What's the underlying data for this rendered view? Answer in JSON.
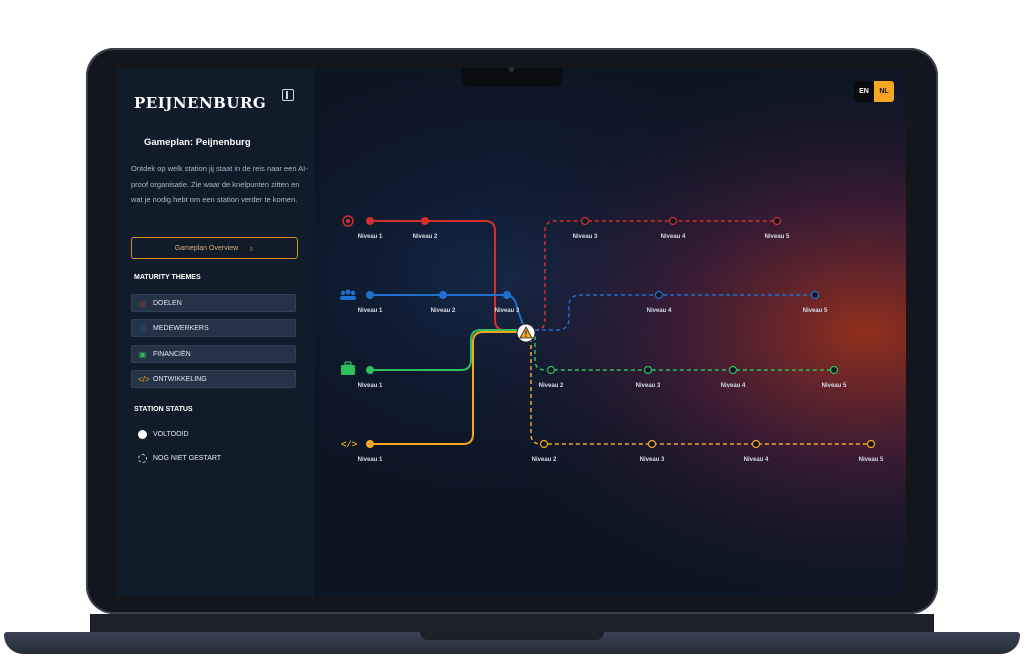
{
  "app": {
    "logo": "PEIJNENBURG",
    "title": "Gameplan: Peijnenburg",
    "description": "Ontdek op welk station jij staat in de reis naar een AI-proof organisatie. Zie waar de knelpunten zitten en wat je nodig hebt om een station verder te komen.",
    "overview_button": "Gameplan Overview"
  },
  "themes": {
    "heading": "MATURITY THEMES",
    "items": [
      {
        "label": "DOELEN",
        "icon": "target-icon",
        "color": "#d32f2f"
      },
      {
        "label": "MEDEWERKERS",
        "icon": "people-icon",
        "color": "#1f6fd1"
      },
      {
        "label": "FINANCIËN",
        "icon": "briefcase-icon",
        "color": "#2fbf5b"
      },
      {
        "label": "ONTWIKKELING",
        "icon": "code-icon",
        "color": "#f5a623"
      }
    ]
  },
  "status": {
    "heading": "STATION STATUS",
    "completed": "VOLTOOID",
    "not_started": "NOG NIET GESTART"
  },
  "language": {
    "en": "EN",
    "nl": "NL",
    "active": "NL"
  },
  "lines": {
    "doelen": {
      "l1": "Niveau 1",
      "l2": "Niveau 2",
      "l3": "Niveau 3",
      "l4": "Niveau 4",
      "l5": "Niveau 5"
    },
    "medewerkers": {
      "l1": "Niveau 1",
      "l2": "Niveau 2",
      "l3": "Niveau 3",
      "l4": "Niveau 4",
      "l5": "Niveau 5"
    },
    "financien": {
      "l1": "Niveau 1",
      "l2": "Niveau 2",
      "l3": "Niveau 3",
      "l4": "Niveau 4",
      "l5": "Niveau 5"
    },
    "ontwikkeling": {
      "l1": "Niveau 1",
      "l2": "Niveau 2",
      "l3": "Niveau 3",
      "l4": "Niveau 4",
      "l5": "Niveau 5"
    }
  }
}
